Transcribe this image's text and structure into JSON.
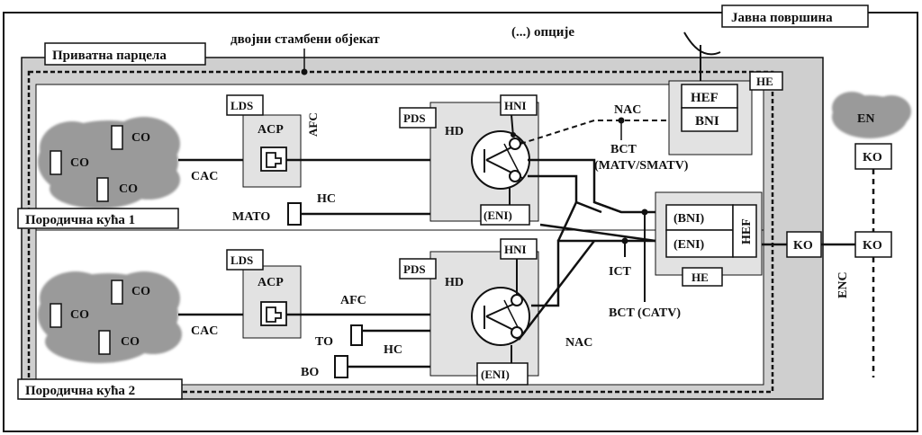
{
  "labels": {
    "public_area": "Јавна површина",
    "private_parcel": "Приватна парцела",
    "two_family": "двојни стамбени објекат",
    "options": "(...) опције",
    "house1": "Породична кућа 1",
    "house2": "Породична кућа 2",
    "co": "CO",
    "cac": "CAC",
    "lds": "LDS",
    "acp": "ACP",
    "afc": "AFC",
    "pds": "PDS",
    "hd": "HD",
    "hni": "HNI",
    "eni_paren": "(ENI)",
    "bni_paren": "(BNI)",
    "mato": "MATO",
    "hc": "HC",
    "to": "TO",
    "bo": "BO",
    "nac": "NAC",
    "bct_matv": "BCT",
    "bct_matv2": "(MATV/SMATV)",
    "bct_catv": "BCT (CATV)",
    "ict": "ICT",
    "hef": "HEF",
    "bni": "BNI",
    "he": "HE",
    "ko": "KO",
    "en": "EN",
    "enc": "ENC"
  },
  "colors": {
    "line": "#111111",
    "private_fill": "#cfcfcf",
    "box_fill": "#e2e2e2",
    "cloud_fill": "#9a9a9a",
    "white": "#ffffff"
  }
}
